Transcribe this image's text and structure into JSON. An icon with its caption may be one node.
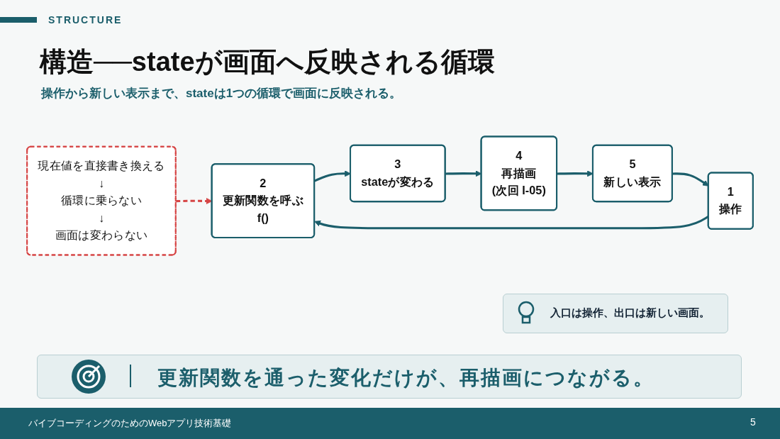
{
  "diagram": {
    "title": "構造──stateが画面へ反映される循環",
    "nodes": [
      {
        "text": [
          "1",
          "操作"
        ]
      },
      {
        "text": [
          "2",
          "更新関数を呼ぶ",
          "f()"
        ]
      },
      {
        "text": [
          "3",
          "stateが変わる"
        ]
      },
      {
        "text": [
          "4",
          "再描画",
          "(次回 I-05)"
        ]
      },
      {
        "text": [
          "5",
          "新しい表示"
        ]
      },
      {
        "text": [
          "現在値を直接書き換える",
          "↓",
          "循環に乗らない",
          "↓",
          "画面は変わらない"
        ]
      }
    ],
    "edges": [
      {
        "from": 0,
        "to": 1,
        "arrow": "to"
      },
      {
        "from": 1,
        "to": 2,
        "arrow": "to"
      },
      {
        "from": 2,
        "to": 3,
        "arrow": "to"
      },
      {
        "from": 3,
        "to": 4,
        "arrow": "to"
      },
      {
        "from": 4,
        "to": 0,
        "arrow": "to"
      },
      {
        "from": 5,
        "to": 1,
        "arrow": "to",
        "style": "dashed",
        "color": "#d64545"
      }
    ],
    "labels": [
      "STRUCTURE",
      "操作から新しい表示まで、stateは1つの循環で画面に反映される。",
      "入口は操作、出口は新しい画面。",
      "更新関数を通った変化だけが、再描画につながる。",
      "バイブコーディングのためのWebアプリ技術基礎",
      "5"
    ]
  }
}
